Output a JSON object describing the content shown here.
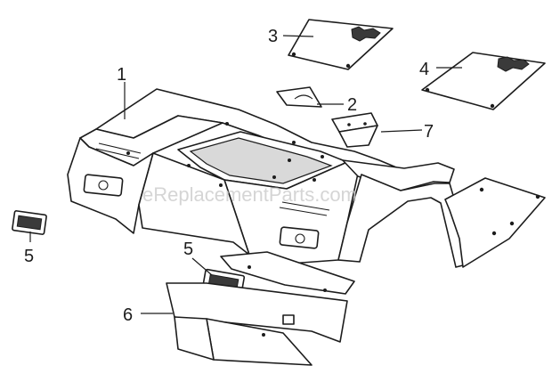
{
  "watermark": "eReplacementParts.com",
  "callouts": [
    {
      "id": "1",
      "label": "1"
    },
    {
      "id": "2",
      "label": "2"
    },
    {
      "id": "3",
      "label": "3"
    },
    {
      "id": "4",
      "label": "4"
    },
    {
      "id": "5a",
      "label": "5"
    },
    {
      "id": "5b",
      "label": "5"
    },
    {
      "id": "6",
      "label": "6"
    },
    {
      "id": "7",
      "label": "7"
    }
  ]
}
